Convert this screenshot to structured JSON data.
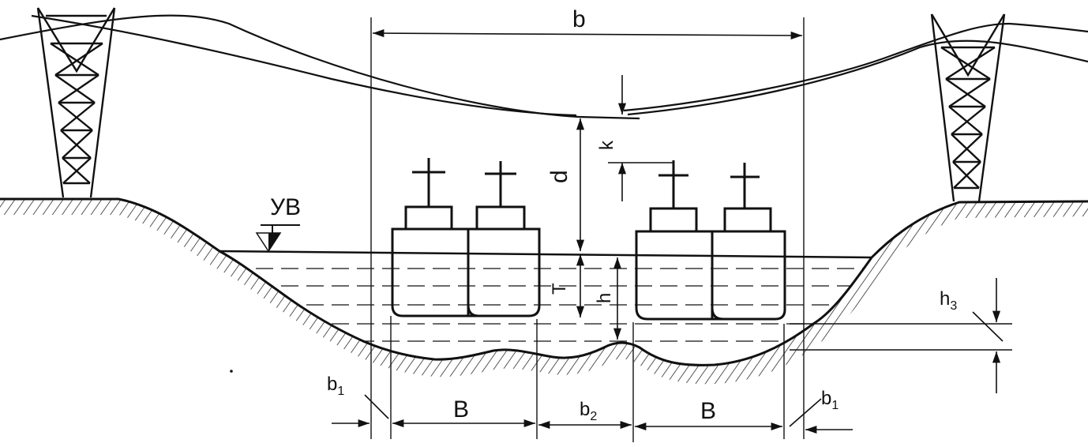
{
  "diagram": {
    "labels": {
      "span_b": "b",
      "clearance_d": "d",
      "reserve_k": "k",
      "water_level": "УВ",
      "draft_T": "T",
      "depth_h": "h",
      "underkeel_h3_main": "h",
      "underkeel_h3_sub": "3",
      "channel_B_left": "B",
      "channel_B_right": "B",
      "gap_b2_main": "b",
      "gap_b2_sub": "2",
      "margin_b1_left_main": "b",
      "margin_b1_left_sub": "1",
      "margin_b1_right_main": "b",
      "margin_b1_right_sub": "1"
    },
    "colors": {
      "ink": "#111111",
      "paper": "#ffffff"
    },
    "icons": [
      "pylon-icon",
      "vessel-icon",
      "water-level-marker-icon",
      "hatching-pattern"
    ]
  }
}
